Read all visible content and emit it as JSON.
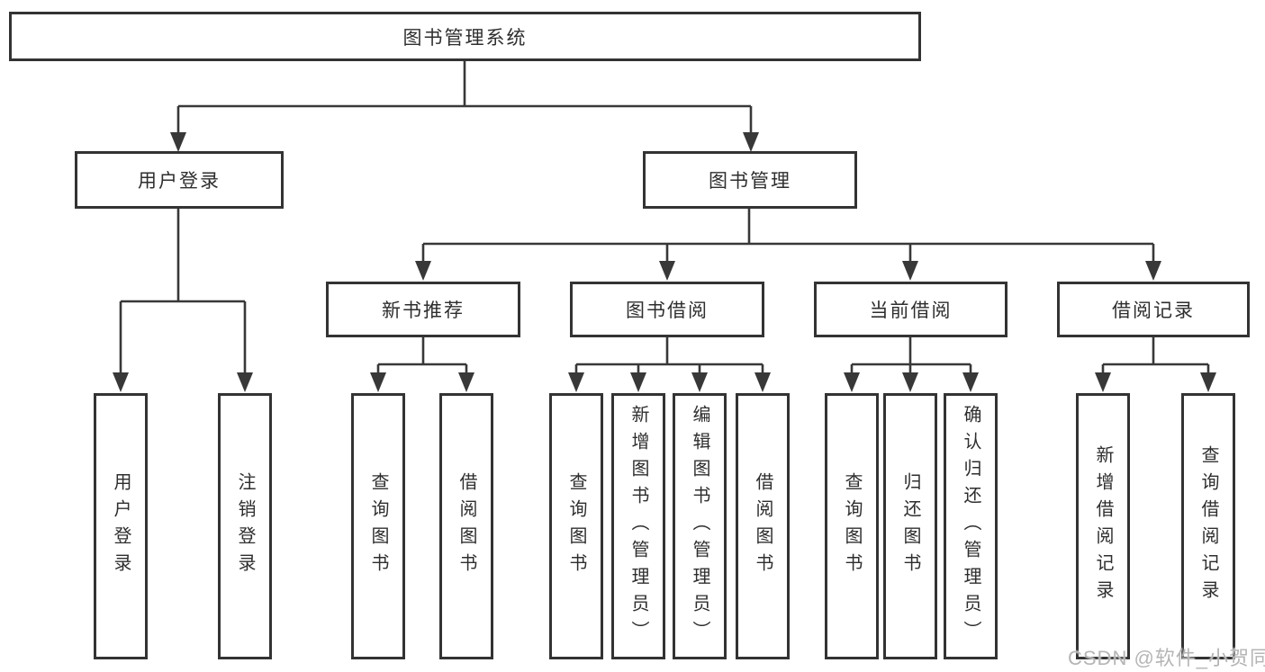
{
  "diagram": {
    "title_node": "图书管理系统",
    "root": {
      "label": "图书管理系统"
    },
    "level2": [
      {
        "label": "用户登录",
        "children": [
          {
            "label": "用户登录"
          },
          {
            "label": "注销登录"
          }
        ]
      },
      {
        "label": "图书管理",
        "modules": [
          {
            "label": "新书推荐",
            "children": [
              {
                "label": "查询图书"
              },
              {
                "label": "借阅图书"
              }
            ]
          },
          {
            "label": "图书借阅",
            "children": [
              {
                "label": "查询图书"
              },
              {
                "label": "新增图书（管理员）"
              },
              {
                "label": "编辑图书（管理员）"
              },
              {
                "label": "借阅图书"
              }
            ]
          },
          {
            "label": "当前借阅",
            "children": [
              {
                "label": "查询图书"
              },
              {
                "label": "归还图书"
              },
              {
                "label": "确认归还（管理员）"
              }
            ]
          },
          {
            "label": "借阅记录",
            "children": [
              {
                "label": "新增借阅记录"
              },
              {
                "label": "查询借阅记录"
              }
            ]
          }
        ]
      }
    ]
  },
  "watermark": {
    "text": "CSDN @软件_小贺同学"
  },
  "colors": {
    "line": "#383838",
    "box_border": "#333333",
    "text": "#2e2e2e",
    "watermark": "#b5b5b5",
    "background": "#ffffff"
  }
}
